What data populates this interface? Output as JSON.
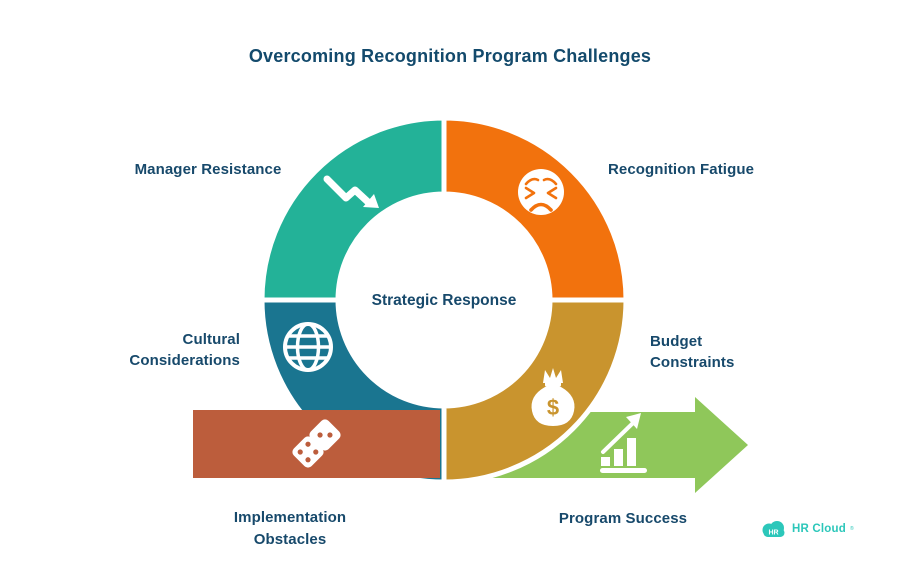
{
  "title": "Overcoming Recognition Program Challenges",
  "center_label": "Strategic Response",
  "segments": [
    {
      "id": "manager-resistance",
      "label": "Manager Resistance",
      "lines": [
        "Manager Resistance"
      ],
      "color": "#23b298",
      "icon": "trend-down-arrow-icon",
      "shape": "donut-quadrant-top-left"
    },
    {
      "id": "recognition-fatigue",
      "label": "Recognition Fatigue",
      "lines": [
        "Recognition Fatigue"
      ],
      "color": "#f2720d",
      "icon": "weary-face-icon",
      "shape": "donut-quadrant-top-right"
    },
    {
      "id": "cultural-considerations",
      "label": "Cultural Considerations",
      "lines": [
        "Cultural",
        "Considerations"
      ],
      "color": "#1a7590",
      "icon": "globe-icon",
      "shape": "donut-quadrant-bottom-left"
    },
    {
      "id": "budget-constraints",
      "label": "Budget Constraints",
      "lines": [
        "Budget",
        "Constraints"
      ],
      "color": "#c9942e",
      "icon": "money-bag-icon",
      "shape": "donut-quadrant-bottom-right"
    },
    {
      "id": "implementation-obstacles",
      "label": "Implementation Obstacles",
      "lines": [
        "Implementation",
        "Obstacles"
      ],
      "color": "#bc5d3c",
      "icon": "dominoes-icon",
      "shape": "banner-rectangle-bottom-left"
    },
    {
      "id": "program-success",
      "label": "Program Success",
      "lines": [
        "Program Success"
      ],
      "color": "#8fc75a",
      "icon": "rising-bar-chart-icon",
      "shape": "arrow-banner-bottom-right"
    }
  ],
  "money_bag_symbol": "$",
  "logo": {
    "badge": "HR",
    "wordmark": "HR Cloud",
    "mark": "®",
    "color": "#2cc7ba"
  },
  "colors": {
    "text_navy": "#17496b",
    "title_navy": "#134a6c",
    "white": "#ffffff"
  }
}
